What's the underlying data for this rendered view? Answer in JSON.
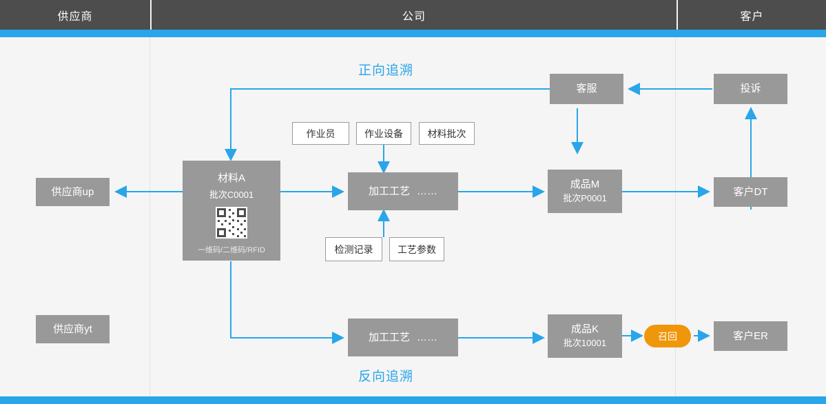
{
  "header": {
    "columns": [
      {
        "label": "供应商"
      },
      {
        "label": "公司"
      },
      {
        "label": "客户"
      }
    ]
  },
  "colors": {
    "accent_blue": "#29a5ea",
    "header_gray": "#4d4d4d",
    "node_gray": "#999999",
    "recall_orange": "#f0960a",
    "canvas_bg": "#f5f5f5"
  },
  "labels": {
    "forward_trace": "正向追溯",
    "reverse_trace": "反向追溯"
  },
  "nodes": {
    "supplier_up": {
      "label": "供应商up"
    },
    "supplier_yt": {
      "label": "供应商yt"
    },
    "material": {
      "title": "材料A",
      "batch": "批次C0001",
      "code_types": "一维码/二维码/RFID"
    },
    "process_top": {
      "label": "加工工艺",
      "suffix": "……"
    },
    "process_bottom": {
      "label": "加工工艺",
      "suffix": "……"
    },
    "product_m": {
      "title": "成品M",
      "batch": "批次P0001"
    },
    "product_k": {
      "title": "成品K",
      "batch": "批次10001"
    },
    "customer_service": {
      "label": "客服"
    },
    "complaint": {
      "label": "投诉"
    },
    "customer_dt": {
      "label": "客户DT"
    },
    "customer_er": {
      "label": "客户ER"
    },
    "recall": {
      "label": "召回"
    }
  },
  "attributes_top": [
    {
      "label": "作业员"
    },
    {
      "label": "作业设备"
    },
    {
      "label": "材料批次"
    }
  ],
  "attributes_bottom": [
    {
      "label": "检测记录"
    },
    {
      "label": "工艺参数"
    }
  ]
}
